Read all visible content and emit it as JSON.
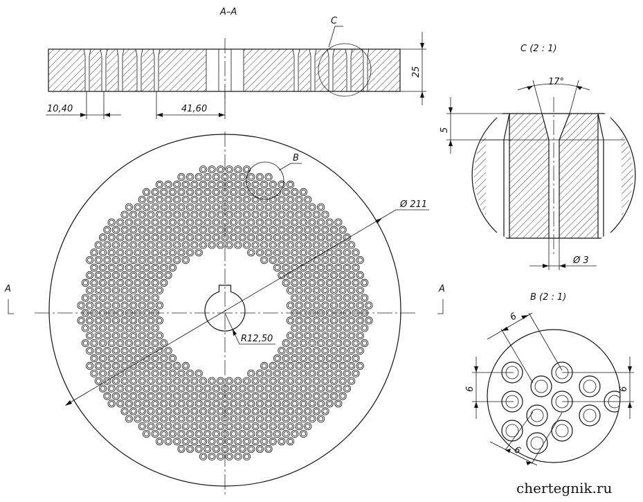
{
  "labels": {
    "section_aa": "А–А",
    "detail_c_marker": "С",
    "detail_c_title": "С (2 : 1)",
    "detail_b_marker": "В",
    "detail_b_title": "В (2 : 1)",
    "cut_left": "А",
    "cut_right": "А"
  },
  "dimensions": {
    "thickness": "25",
    "hole_pitch": "10,40",
    "hole_offset": "41,60",
    "diameter": "Ø 211",
    "hub_radius": "R12,50",
    "taper_angle": "17°",
    "counterbore_depth": "5",
    "hole_diameter": "Ø 3",
    "b_dim_top": "6",
    "b_dim_left": "6",
    "b_dim_right": "6",
    "b_dim_bottom": "6"
  },
  "watermark": "chertegnik.ru"
}
